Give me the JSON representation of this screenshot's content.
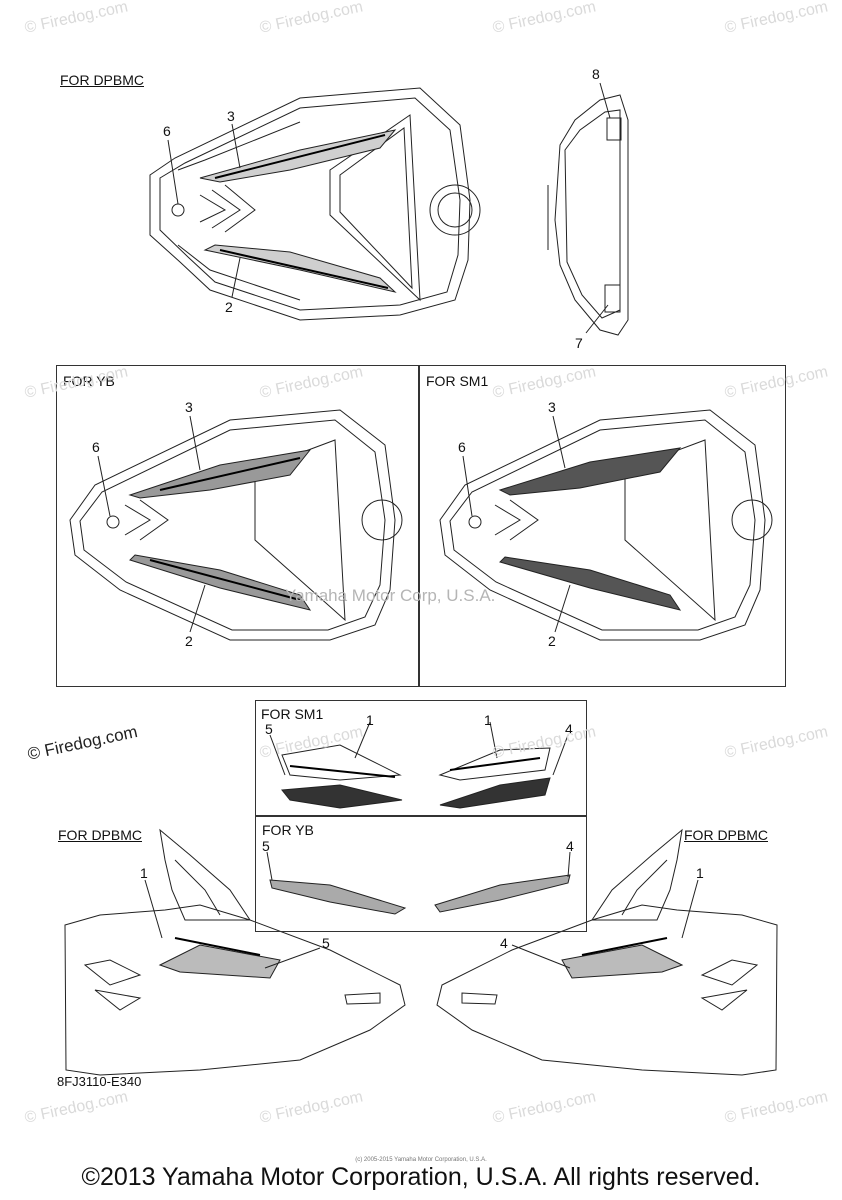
{
  "sections": {
    "top_left_label": "FOR DPBMC",
    "yb_label": "FOR YB",
    "sm1_label": "FOR SM1",
    "small_sm1_label": "FOR SM1",
    "small_yb_label": "FOR YB",
    "bottom_left_label": "FOR DPBMC",
    "bottom_right_label": "FOR DPBMC"
  },
  "callouts": {
    "top_6": "6",
    "top_3": "3",
    "top_2": "2",
    "top_8": "8",
    "top_7": "7",
    "yb_6": "6",
    "yb_3": "3",
    "yb_2": "2",
    "sm1_6": "6",
    "sm1_3": "3",
    "sm1_2": "2",
    "ssm1_5": "5",
    "ssm1_1a": "1",
    "ssm1_1b": "1",
    "ssm1_4": "4",
    "syb_5": "5",
    "syb_4": "4",
    "bl_1": "1",
    "bl_5": "5",
    "br_4": "4",
    "br_1": "1"
  },
  "part_code": "8FJ3110-E340",
  "watermark": "© Firedog.com",
  "center_watermark": "Yamaha Motor Corp, U.S.A.",
  "copyright": "©2013 Yamaha Motor Corporation, U.S.A. All rights reserved.",
  "tiny_notice": "(c) 2005-2015 Yamaha Motor Corporation, U.S.A."
}
